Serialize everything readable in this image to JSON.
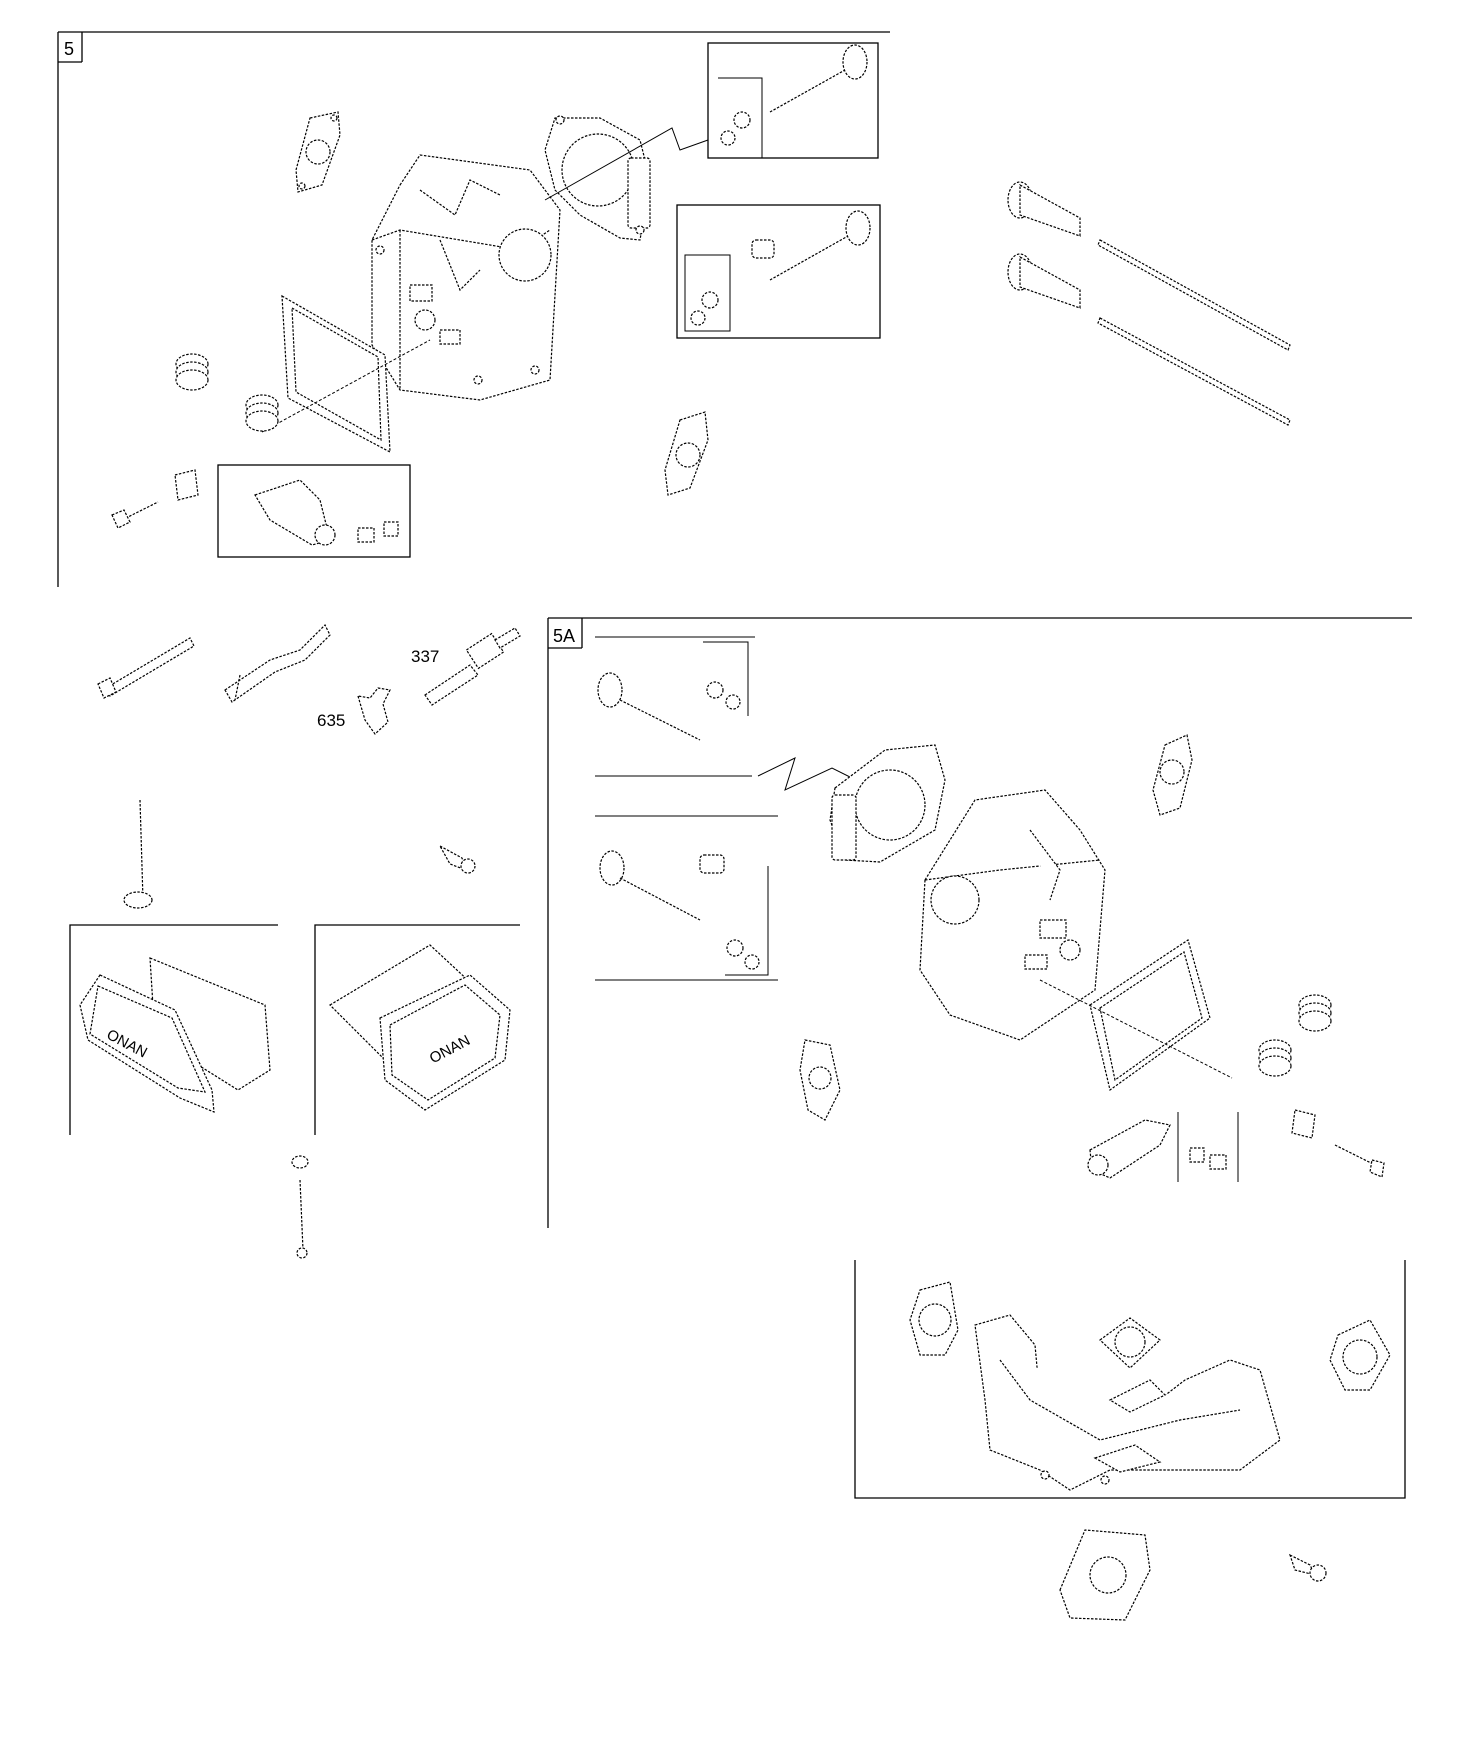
{
  "sections": [
    {
      "label": "5"
    },
    {
      "label": "5A"
    }
  ],
  "callouts": [
    {
      "label": "337"
    },
    {
      "label": "635"
    }
  ],
  "cover_logo_text": "ONAN"
}
